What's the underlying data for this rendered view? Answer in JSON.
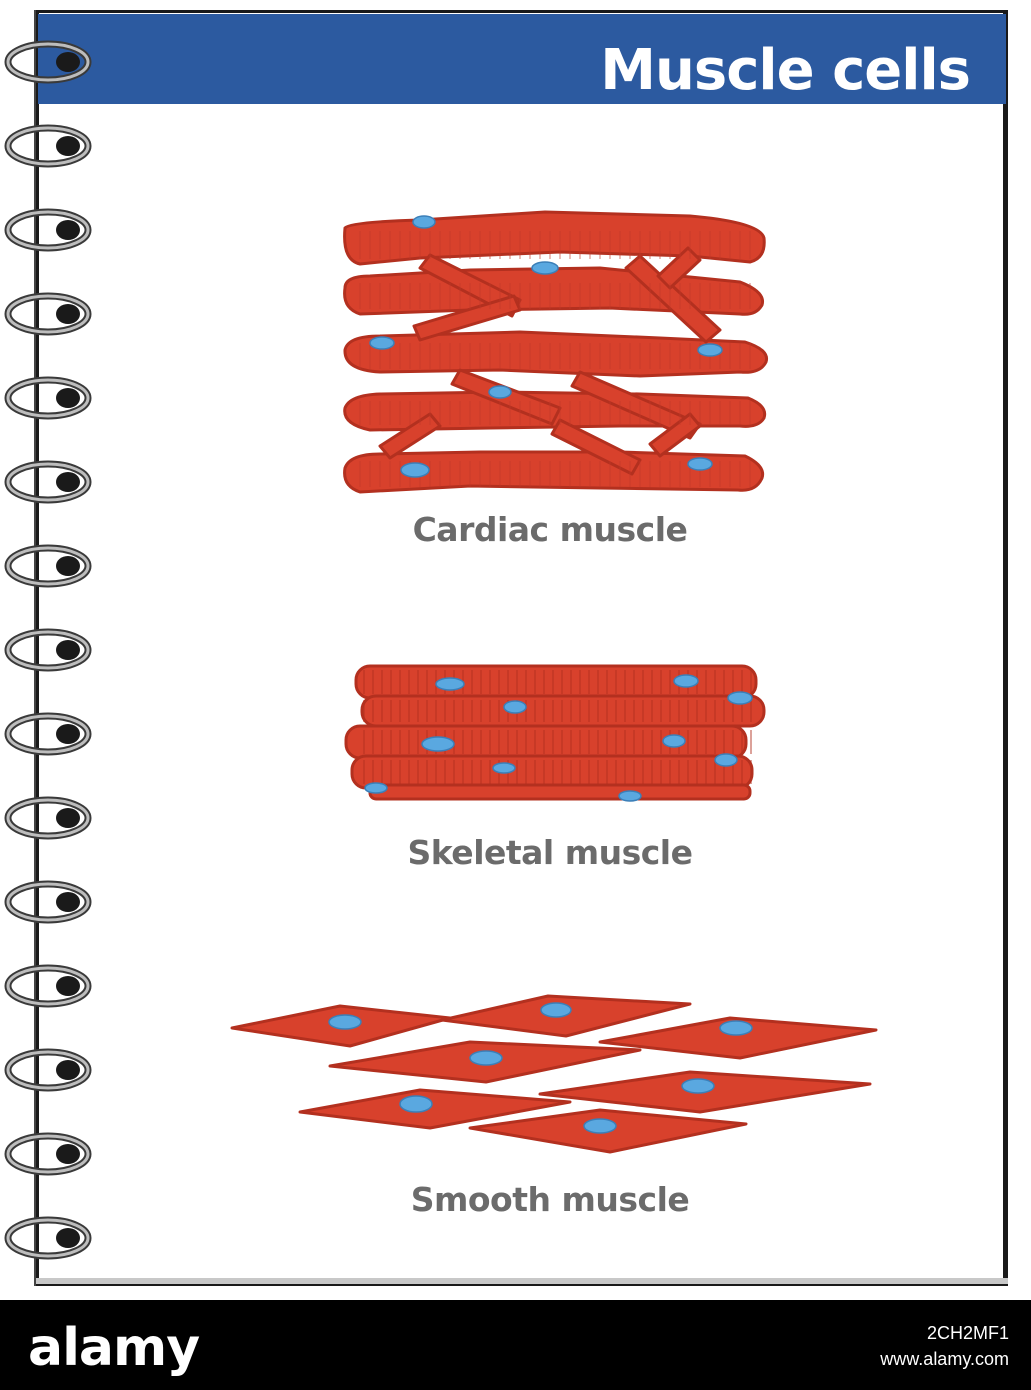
{
  "header": {
    "title": "Muscle cells"
  },
  "sections": [
    {
      "label": "Cardiac muscle"
    },
    {
      "label": "Skeletal muscle"
    },
    {
      "label": "Smooth muscle"
    }
  ],
  "colors": {
    "header": "#2c5aa0",
    "muscle_fill": "#d8412c",
    "muscle_dark": "#b3301f",
    "nucleus": "#5aa8e0",
    "label_text": "#6b6b6b"
  },
  "footer": {
    "brand": "alamy",
    "image_id": "2CH2MF1",
    "url": "www.alamy.com"
  }
}
